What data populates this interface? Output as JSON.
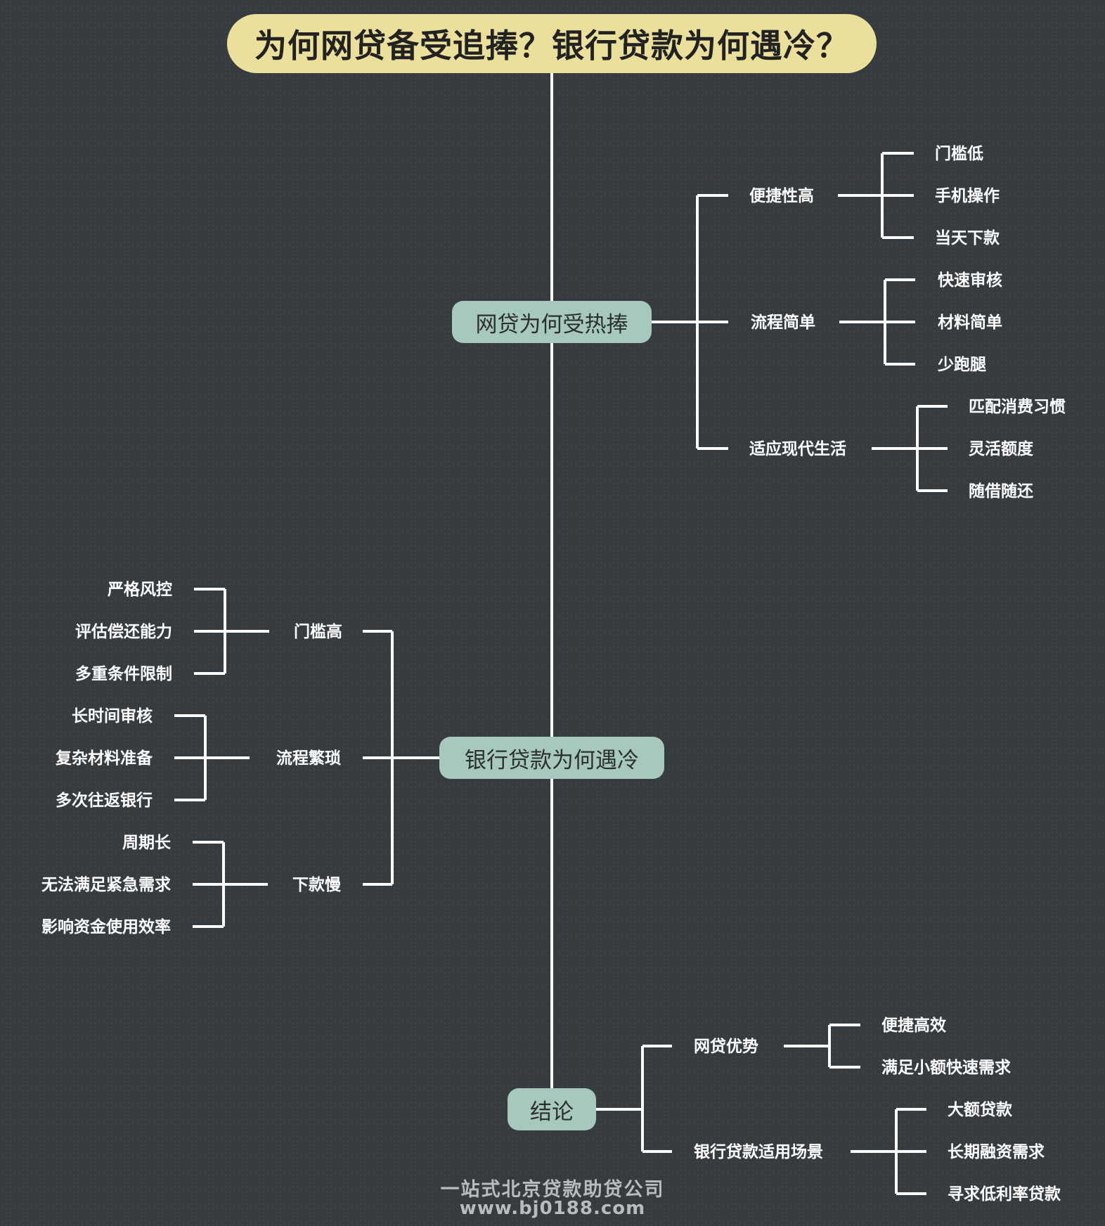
{
  "title": "为何网贷备受追捧？银行贷款为何遇冷？",
  "branches": [
    {
      "label": "网贷为何受热捧",
      "groups": [
        {
          "label": "便捷性高",
          "items": [
            "门槛低",
            "手机操作",
            "当天下款"
          ]
        },
        {
          "label": "流程简单",
          "items": [
            "快速审核",
            "材料简单",
            "少跑腿"
          ]
        },
        {
          "label": "适应现代生活",
          "items": [
            "匹配消费习惯",
            "灵活额度",
            "随借随还"
          ]
        }
      ]
    },
    {
      "label": "银行贷款为何遇冷",
      "groups": [
        {
          "label": "门槛高",
          "items": [
            "严格风控",
            "评估偿还能力",
            "多重条件限制"
          ]
        },
        {
          "label": "流程繁琐",
          "items": [
            "长时间审核",
            "复杂材料准备",
            "多次往返银行"
          ]
        },
        {
          "label": "下款慢",
          "items": [
            "周期长",
            "无法满足紧急需求",
            "影响资金使用效率"
          ]
        }
      ]
    },
    {
      "label": "结论",
      "groups": [
        {
          "label": "网贷优势",
          "items": [
            "便捷高效",
            "满足小额快速需求"
          ]
        },
        {
          "label": "银行贷款适用场景",
          "items": [
            "大额贷款",
            "长期融资需求",
            "寻求低利率贷款"
          ]
        }
      ]
    }
  ],
  "footer": {
    "company": "一站式北京贷款助贷公司",
    "url": "www.bj0188.com"
  },
  "colors": {
    "background": "#353b3f",
    "title_fill": "#ebe09b",
    "node_fill": "#a7c8bd",
    "line": "#ffffff",
    "footer_text": "#b8bcbf"
  }
}
